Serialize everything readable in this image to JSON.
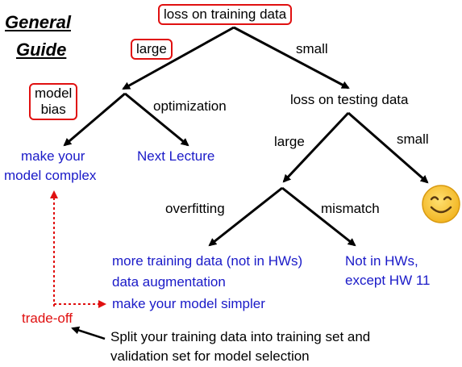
{
  "title": {
    "line1": "General",
    "line2": "Guide"
  },
  "root": "loss on training data",
  "left_branch": {
    "label": "large",
    "node": {
      "line1": "model",
      "line2": "bias"
    },
    "branch_label": "optimization"
  },
  "right_branch": {
    "label": "small",
    "node": "loss on testing data"
  },
  "leaves": {
    "make_complex": {
      "line1": "make your",
      "line2": "model complex"
    },
    "next_lecture": "Next Lecture",
    "test_large": "large",
    "test_small": "small",
    "overfitting": "overfitting",
    "mismatch": "mismatch",
    "overfit_solutions": [
      "more training data (not in HWs)",
      "data augmentation",
      "make your model simpler"
    ],
    "mismatch_note": {
      "line1": "Not in HWs,",
      "line2": "except HW 11"
    },
    "happy_face": "smiley-face"
  },
  "tradeoff": "trade-off",
  "split_note": {
    "line1": "Split your training data into training set and",
    "line2": "validation set for model selection"
  },
  "colors": {
    "box": "#e01010",
    "blue_text": "#1a1ac8",
    "emoji": "#f7c535"
  }
}
